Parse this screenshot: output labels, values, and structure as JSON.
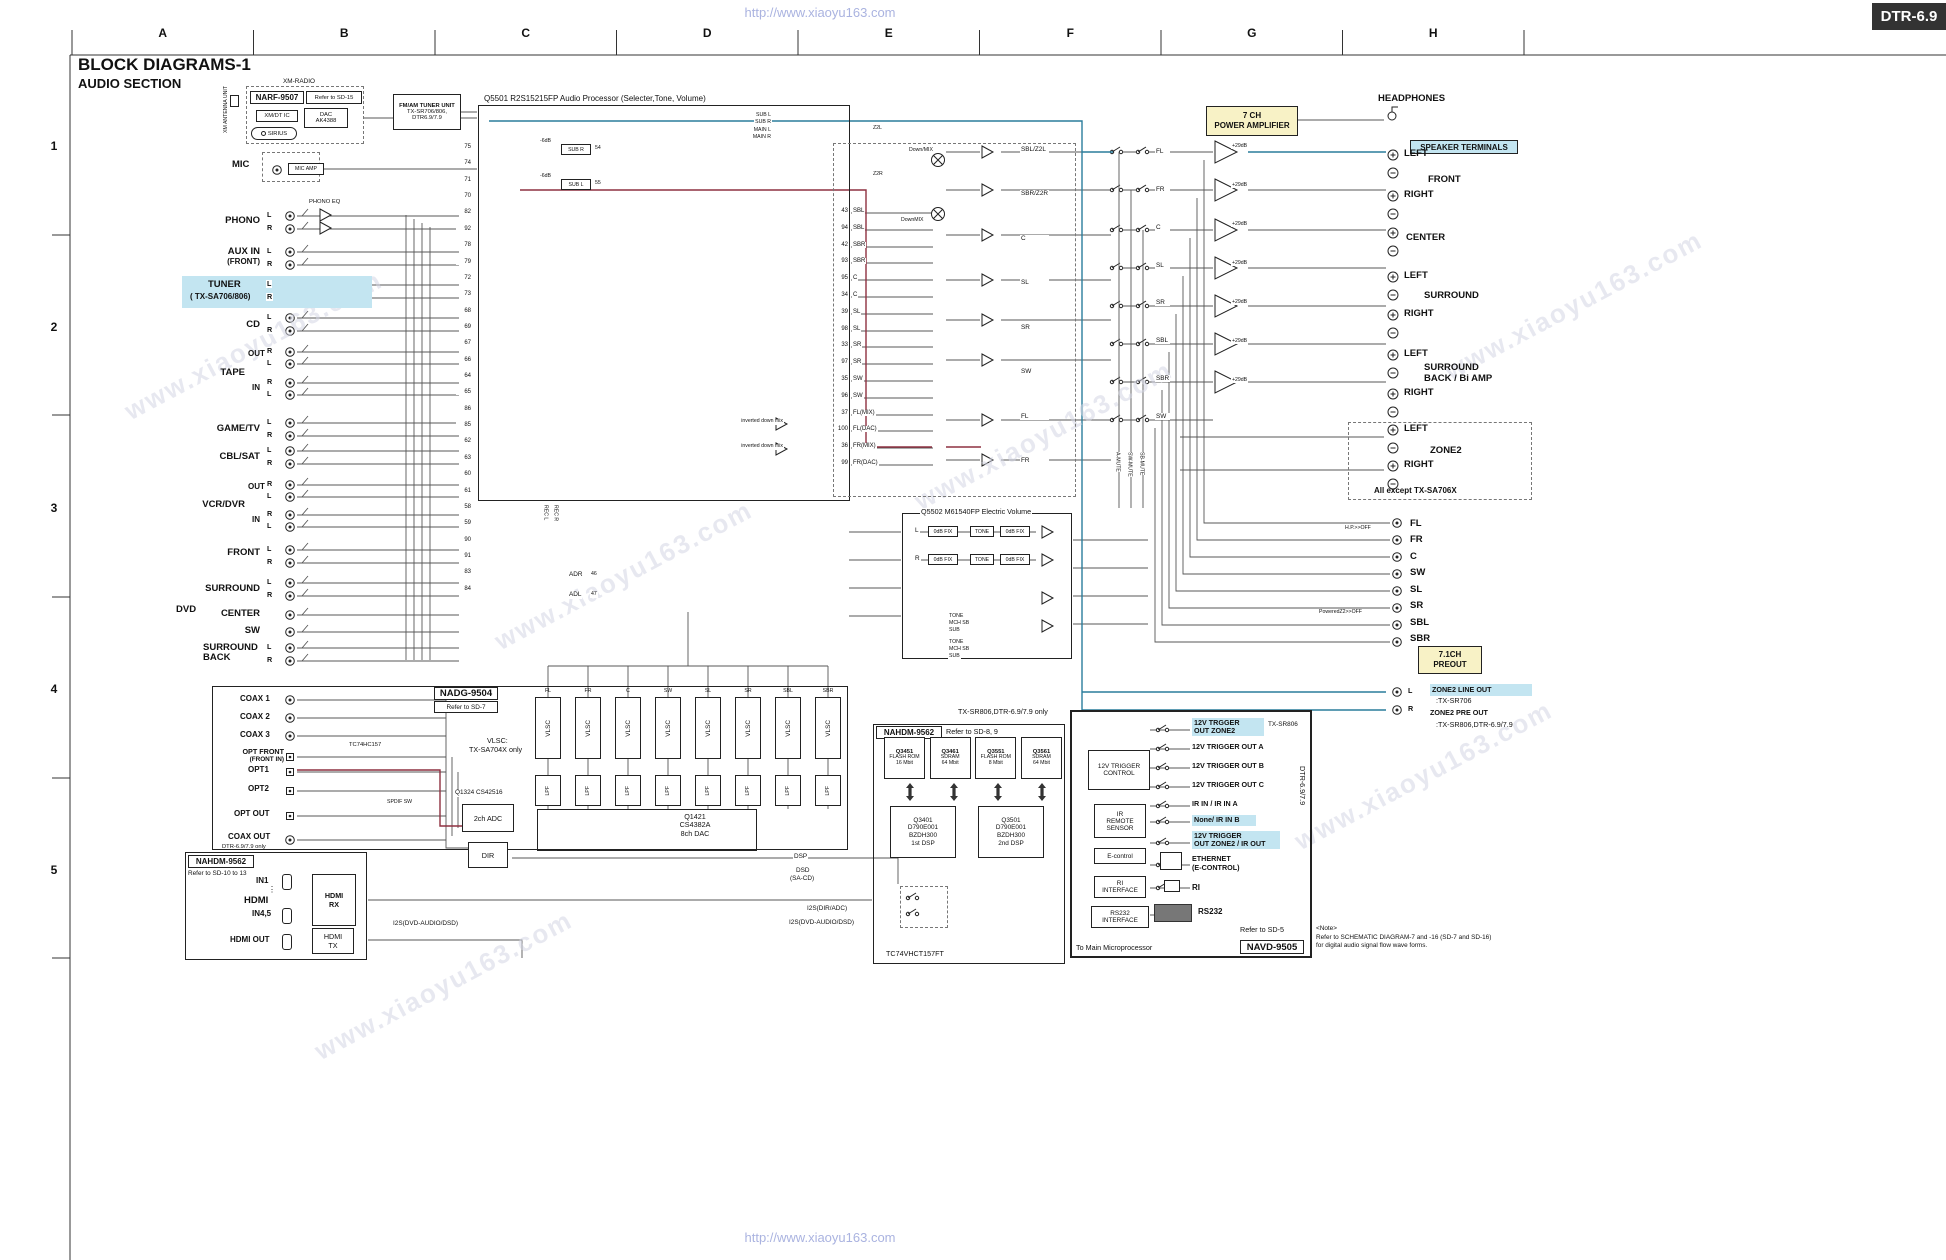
{
  "page": {
    "watermark_top": "http://www.xiaoyu163.com",
    "watermark_bottom": "http://www.xiaoyu163.com",
    "watermark_diag": "www.xiaoyu163.com",
    "model": "DTR-6.9",
    "title1": "BLOCK DIAGRAMS-1",
    "title2": "AUDIO SECTION",
    "note_head": "<Note>",
    "note1": "Refer to SCHEMATIC DIAGRAM-7 and -16 (SD-7 and SD-16)",
    "note2": "for digital audio signal flow wave forms."
  },
  "ruler": {
    "cols": [
      "A",
      "B",
      "C",
      "D",
      "E",
      "F",
      "G",
      "H"
    ],
    "rows": [
      "1",
      "2",
      "3",
      "4",
      "5"
    ]
  },
  "xm": {
    "section": "XM-RADIO",
    "part": "NARF-9507",
    "refer": "Refer to SD-15",
    "ic": "XM/DT IC",
    "dac1": "DAC",
    "dac2": "AK4388",
    "sirius": "SIRIUS",
    "antenna": "XM ANTENNA UNIT"
  },
  "fm": {
    "l1": "FM/AM TUNER UNIT",
    "l2": "TX-SR706/806,",
    "l3": "DTR6.9/7.9"
  },
  "inputs": {
    "L": "L",
    "R": "R",
    "OUT": "OUT",
    "IN": "IN",
    "MIC": "MIC",
    "MIC_AMP": "MIC AMP",
    "PHONO_EQ": "PHONO EQ",
    "PHONO": "PHONO",
    "AUX1": "AUX IN",
    "AUX2": "(FRONT)",
    "TUNER": "TUNER",
    "TUNER2": "( TX-SA706/806)",
    "CD": "CD",
    "TAPE": "TAPE",
    "GAME": "GAME/TV",
    "CBL": "CBL/SAT",
    "VCR": "VCR/DVR",
    "FRONT": "FRONT",
    "SURROUND": "SURROUND",
    "CENTER": "CENTER",
    "SW": "SW",
    "SB1": "SURROUND",
    "SB2": "BACK",
    "DVD": "DVD"
  },
  "digital": {
    "COAX1": "COAX 1",
    "COAX2": "COAX 2",
    "COAX3": "COAX 3",
    "OPTF1": "OPT FRONT",
    "OPTF2": "(FRONT IN)",
    "OPT1": "OPT1",
    "OPT2": "OPT2",
    "OPTOUT": "OPT OUT",
    "COAXOUT": "COAX OUT",
    "ONLY": "DTR-6.9/7.9 only",
    "MUX": "TC74HC157",
    "SPDIF": "SPDIF SW"
  },
  "q5501": {
    "title": "Q5501  R2S15215FP   Audio Processor (Selecter,Tone, Volume)",
    "pins_left": [
      "75",
      "74",
      "71",
      "70",
      "82",
      "92",
      "78",
      "79",
      "72",
      "73",
      "68",
      "69",
      "67",
      "66",
      "64",
      "65",
      "86",
      "85",
      "62",
      "63",
      "60",
      "61",
      "58",
      "59",
      "90",
      "91",
      "83",
      "84"
    ],
    "right_rows": [
      {
        "pin": "43",
        "ch": "SBL"
      },
      {
        "pin": "94",
        "ch": "SBL"
      },
      {
        "pin": "42",
        "ch": "SBR"
      },
      {
        "pin": "93",
        "ch": "SBR"
      },
      {
        "pin": "95",
        "ch": "C"
      },
      {
        "pin": "34",
        "ch": "C"
      },
      {
        "pin": "39",
        "ch": "SL"
      },
      {
        "pin": "98",
        "ch": "SL"
      },
      {
        "pin": "33",
        "ch": "SR"
      },
      {
        "pin": "97",
        "ch": "SR"
      },
      {
        "pin": "35",
        "ch": "SW"
      },
      {
        "pin": "96",
        "ch": "SW"
      },
      {
        "pin": "37",
        "ch": "FL(MIX)"
      },
      {
        "pin": "100",
        "ch": "FL(DAC)"
      },
      {
        "pin": "36",
        "ch": "FR(MIX)"
      },
      {
        "pin": "99",
        "ch": "FR(DAC)"
      }
    ],
    "top_labels": [
      "SUB L",
      "SUB R",
      "MAIN L",
      "MAIN R"
    ],
    "sub_r": "SUB R",
    "sub_l": "SUB L",
    "m6": "-6dB",
    "p54": "54",
    "p55": "55",
    "inv": "inverted down mix",
    "adr": "ADR",
    "adl": "ADL",
    "p46": "46",
    "p47": "47",
    "recl": "REC L",
    "recr": "REC R"
  },
  "mix": {
    "Z2L": "Z2L",
    "Z2R": "Z2R",
    "DOWN1": "Down/MIX",
    "DOWN2": "DownMIX",
    "ch": [
      "SBL/Z2L",
      "SBR/Z2R",
      "C",
      "SL",
      "SR",
      "SW",
      "FL",
      "FR"
    ],
    "relay": [
      "FL",
      "FR",
      "C",
      "SL",
      "SR",
      "SBL",
      "SBR",
      "SW"
    ],
    "mutes": [
      "A-MUTE",
      "SW-MUTE",
      "SB-MUTE"
    ]
  },
  "q5502": {
    "title": "Q5502 M61540FP    Electric Volume",
    "L": "L",
    "R": "R",
    "fix": "0dB FIX",
    "tone": "TONE",
    "t1": "TONE",
    "t2": "MCH SB",
    "t3": "SUB",
    "only": "TX-SR806,DTR-6.9/7.9 only"
  },
  "power": {
    "l1": "7 CH",
    "l2": "POWER AMPLIFIER",
    "gain": "+29dB"
  },
  "out": {
    "hp": "HEADPHONES",
    "spk": "SPEAKER TERMINALS",
    "LEFT": "LEFT",
    "RIGHT": "RIGHT",
    "FRONT": "FRONT",
    "CENTER": "CENTER",
    "SURROUND": "SURROUND",
    "SB1": "SURROUND",
    "SB2": "BACK / Bi AMP",
    "ZONE2": "ZONE2",
    "ALL": "All except TX-SA706X",
    "HP_OFF": "H.P.>>OFF",
    "PZ2": "PoweredZ2>>OFF",
    "preout": [
      "FL",
      "FR",
      "C",
      "SW",
      "SL",
      "SR",
      "SBL",
      "SBR"
    ],
    "pre1": "7.1CH",
    "pre2": "PREOUT",
    "z2l": "ZONE2 LINE OUT",
    "z2ls": ":TX-SR706",
    "z2p": "ZONE2 PRE OUT",
    "z2ps": ":TX-SR806,DTR-6.9/7.9",
    "L": "L",
    "R": "R"
  },
  "nadg": {
    "part": "NADG-9504",
    "refer": "Refer to SD-7",
    "v1": "VLSC:",
    "v2": "TX-SA704X only",
    "vlsc": "VLSC",
    "lpf": "LPF",
    "ch": [
      "FL",
      "FR",
      "C",
      "SW",
      "SL",
      "SR",
      "SBL",
      "SBR"
    ],
    "q1324": "Q1324 CS42516",
    "adc": "2ch ADC",
    "dir": "DIR",
    "dac1": "Q1421",
    "dac2": "CS4382A",
    "dac3": "8ch DAC"
  },
  "hdmi": {
    "part": "NAHDM-9562",
    "refer": "Refer to SD-10 to 13",
    "in1": "IN1",
    "hdmi": "HDMI",
    "dots": "⋮",
    "in45": "IN4,5",
    "out": "HDMI OUT",
    "rx1": "HDMI",
    "rx2": "RX",
    "tx1": "HDMI",
    "tx2": "TX",
    "i2s": "I2S(DVD-AUDIO/DSD)"
  },
  "dsp": {
    "part": "NAHDM-9562",
    "refer": "Refer to SD-8, 9",
    "m": [
      {
        "q": "Q3451",
        "t": "FLASH ROM",
        "s": "16 Mbit"
      },
      {
        "q": "Q3461",
        "t": "SDRAM",
        "s": "64 Mbit"
      },
      {
        "q": "Q3551",
        "t": "FLASH ROM",
        "s": "8 Mbit"
      },
      {
        "q": "Q3561",
        "t": "SDRAM",
        "s": "64 Mbit"
      }
    ],
    "d1q": "Q3401",
    "d1a": "D790E001",
    "d1b": "BZDH300",
    "d1c": "1st DSP",
    "d2q": "Q3501",
    "d2a": "D790E001",
    "d2b": "BZDH300",
    "d2c": "2nd DSP",
    "lbl": "DSP",
    "dsd1": "DSD",
    "dsd2": "(SA-CD)",
    "i2s1": "I2S(DIR/ADC)",
    "i2s2": "I2S(DVD-AUDIO/DSD)",
    "mux": "TC74VHCT157FT"
  },
  "navd": {
    "ctrl1": "12V TRIGGER",
    "ctrl2": "CONTROL",
    "ir1": "IR",
    "ir2": "REMOTE",
    "ir3": "SENSOR",
    "ec": "E-control",
    "ri1": "RI",
    "ri2": "INTERFACE",
    "rs1": "RS232",
    "rs2": "INTERFACE",
    "r1a": "12V TRGGER",
    "r1b": "OUT ZONE2",
    "tx": "TX-SR806",
    "r2": "12V TRIGGER OUT A",
    "r3": "12V TRIGGER OUT B",
    "r4": "12V TRIGGER OUT C",
    "r5": "IR IN / IR IN A",
    "r6": "None/ IR IN B",
    "r7a": "12V TRIGGER",
    "r7b": "OUT ZONE2 / IR OUT",
    "r8a": "ETHERNET",
    "r8b": "(E-CONTROL)",
    "r9": "RI",
    "r10": "RS232",
    "rot": "DTR-6.9/7.9",
    "tomain": "To Main Microprocessor",
    "refer": "Refer to SD-5",
    "part": "NAVD-9505"
  }
}
